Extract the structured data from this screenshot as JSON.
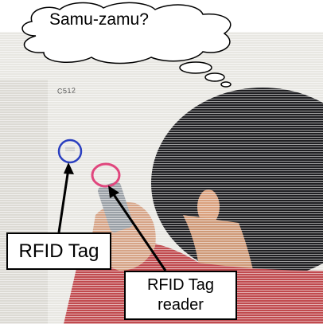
{
  "thought_bubble": {
    "text": "Samu-zamu?"
  },
  "room_label": "C512",
  "labels": {
    "rfid_tag": "RFID Tag",
    "rfid_reader_line1": "RFID Tag",
    "rfid_reader_line2": "reader"
  },
  "colors": {
    "tag_circle": "#2a3fc0",
    "reader_circle": "#e0467d",
    "arrow": "#000000"
  }
}
